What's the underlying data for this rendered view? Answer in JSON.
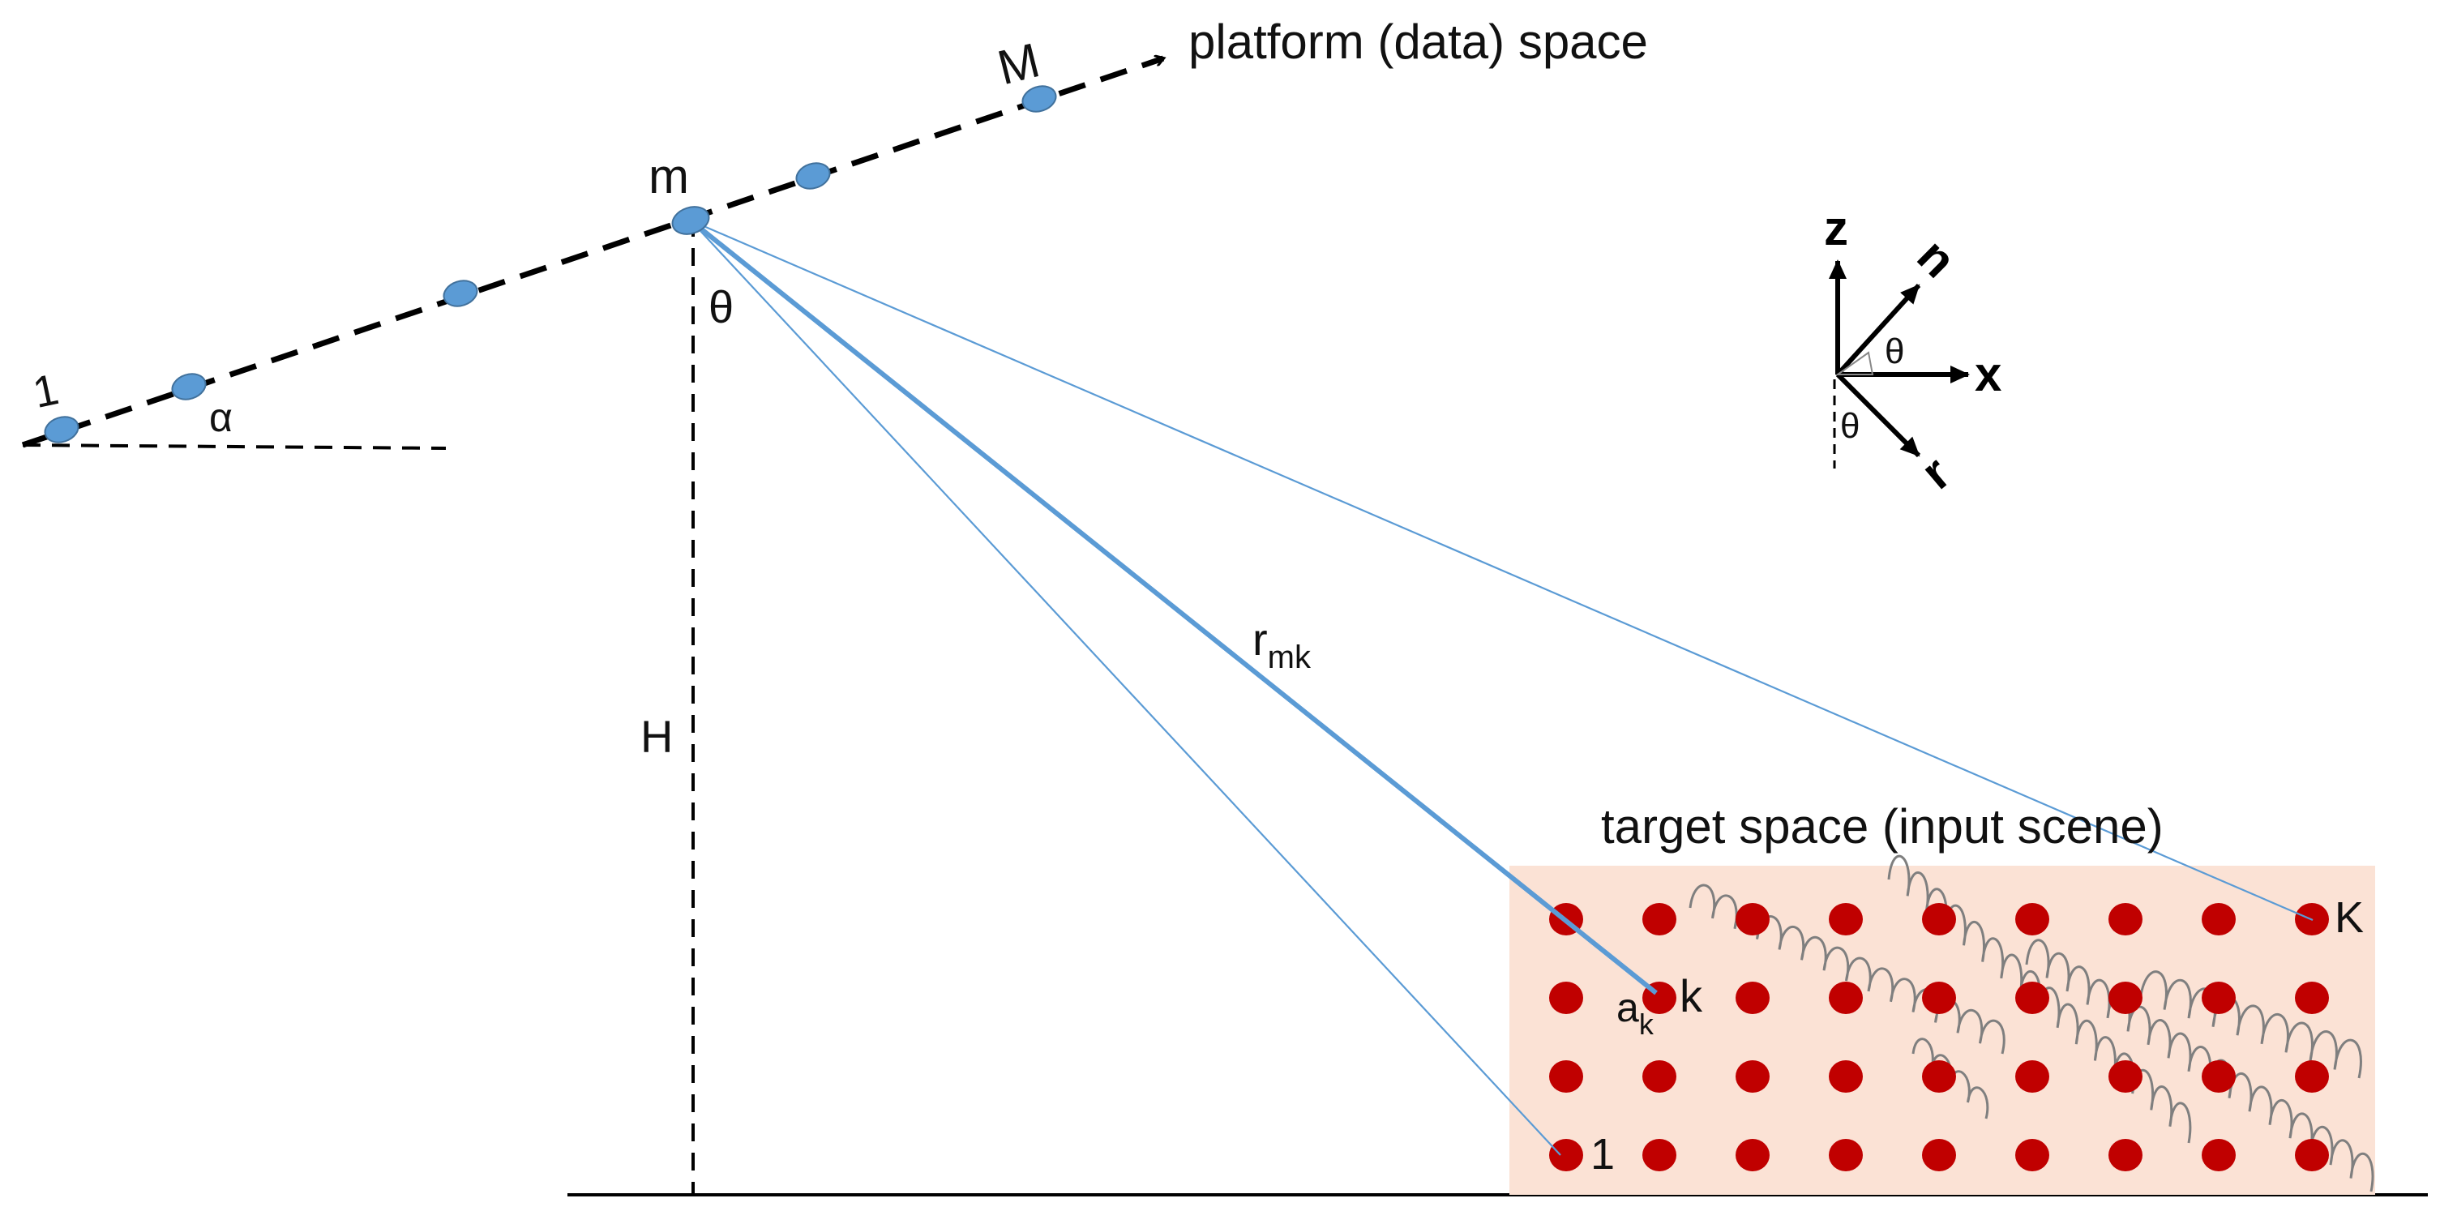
{
  "labels": {
    "platform_space": "platform (data) space",
    "target_space": "target space (input scene)",
    "first_position": "1",
    "current_position": "m",
    "last_position": "M",
    "alpha": "α",
    "theta": "θ",
    "height": "H",
    "range_symbol": "r",
    "range_sub": "mk",
    "target_first": "1",
    "target_k": "k",
    "target_last": "K",
    "amplitude_symbol": "a",
    "amplitude_sub": "k"
  },
  "axes": {
    "z": "z",
    "x": "x",
    "n": "n",
    "r": "r",
    "theta_upper": "θ",
    "theta_lower": "θ"
  },
  "colors": {
    "platform_dot": "#5b9bd5",
    "platform_dot_edge": "#41719c",
    "beam": "#5b9bd5",
    "target_bg": "#fbe2d5",
    "scatterer": "#c00000",
    "squiggle": "#7f7f7f",
    "ink": "#000000"
  },
  "target_grid": {
    "rows": 4,
    "cols": 9
  }
}
